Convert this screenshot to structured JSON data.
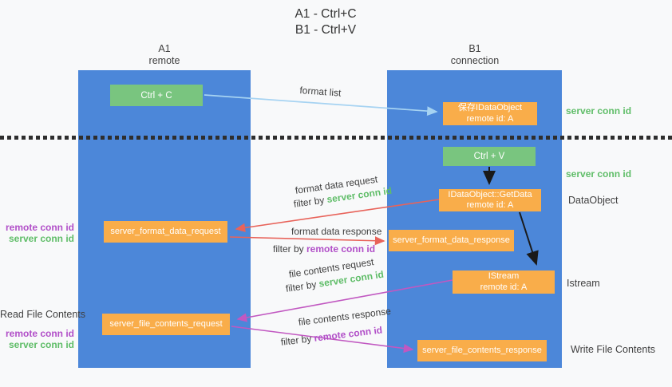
{
  "title": {
    "line1": "A1 - Ctrl+C",
    "line2": "B1 - Ctrl+V"
  },
  "lifelines": {
    "left": {
      "name": "A1",
      "role": "remote"
    },
    "right": {
      "name": "B1",
      "role": "connection"
    }
  },
  "nodes": {
    "ctrl_c": "Ctrl + C",
    "save_idataobject": {
      "title": "保存IDataObject",
      "subtitle": "remote id: A"
    },
    "ctrl_v": "Ctrl + V",
    "getdata": {
      "title": "IDataObject::GetData",
      "subtitle": "remote id: A"
    },
    "format_request": "server_format_data_request",
    "format_response": "server_format_data_response",
    "istream": {
      "title": "IStream",
      "subtitle": "remote id: A"
    },
    "file_request": "server_file_contents_request",
    "file_response": "server_file_contents_response"
  },
  "edge_labels": {
    "format_list": "format list",
    "format_data_request": "format data request",
    "format_data_response": "format data response",
    "file_contents_request": "file contents request",
    "file_contents_response": "file contents response",
    "filter_prefix": "filter by ",
    "server_conn_id": "server conn id",
    "remote_conn_id": "remote conn id"
  },
  "side_labels": {
    "server_conn_id_top": "server conn id",
    "server_conn_id_mid": "server conn id",
    "dataobject": "DataObject",
    "istream": "Istream",
    "write_file_contents": "Write File Contents",
    "read_file_contents": "Read File Contents",
    "remote_conn_id": "remote conn id",
    "server_conn_id": "server conn id"
  },
  "colors": {
    "lifeline_blue": "#4c87d9",
    "node_orange": "#f9ad4a",
    "node_green": "#79c57f",
    "arrow_red": "#e8635a",
    "arrow_magenta": "#c158c1",
    "arrow_light_blue": "#a6d3f2",
    "arrow_black": "#1a1a1a",
    "label_green": "#5fbd68",
    "label_purple": "#b14fc8",
    "text_dark": "#3f3f3f",
    "background": "#f8f9fa"
  }
}
